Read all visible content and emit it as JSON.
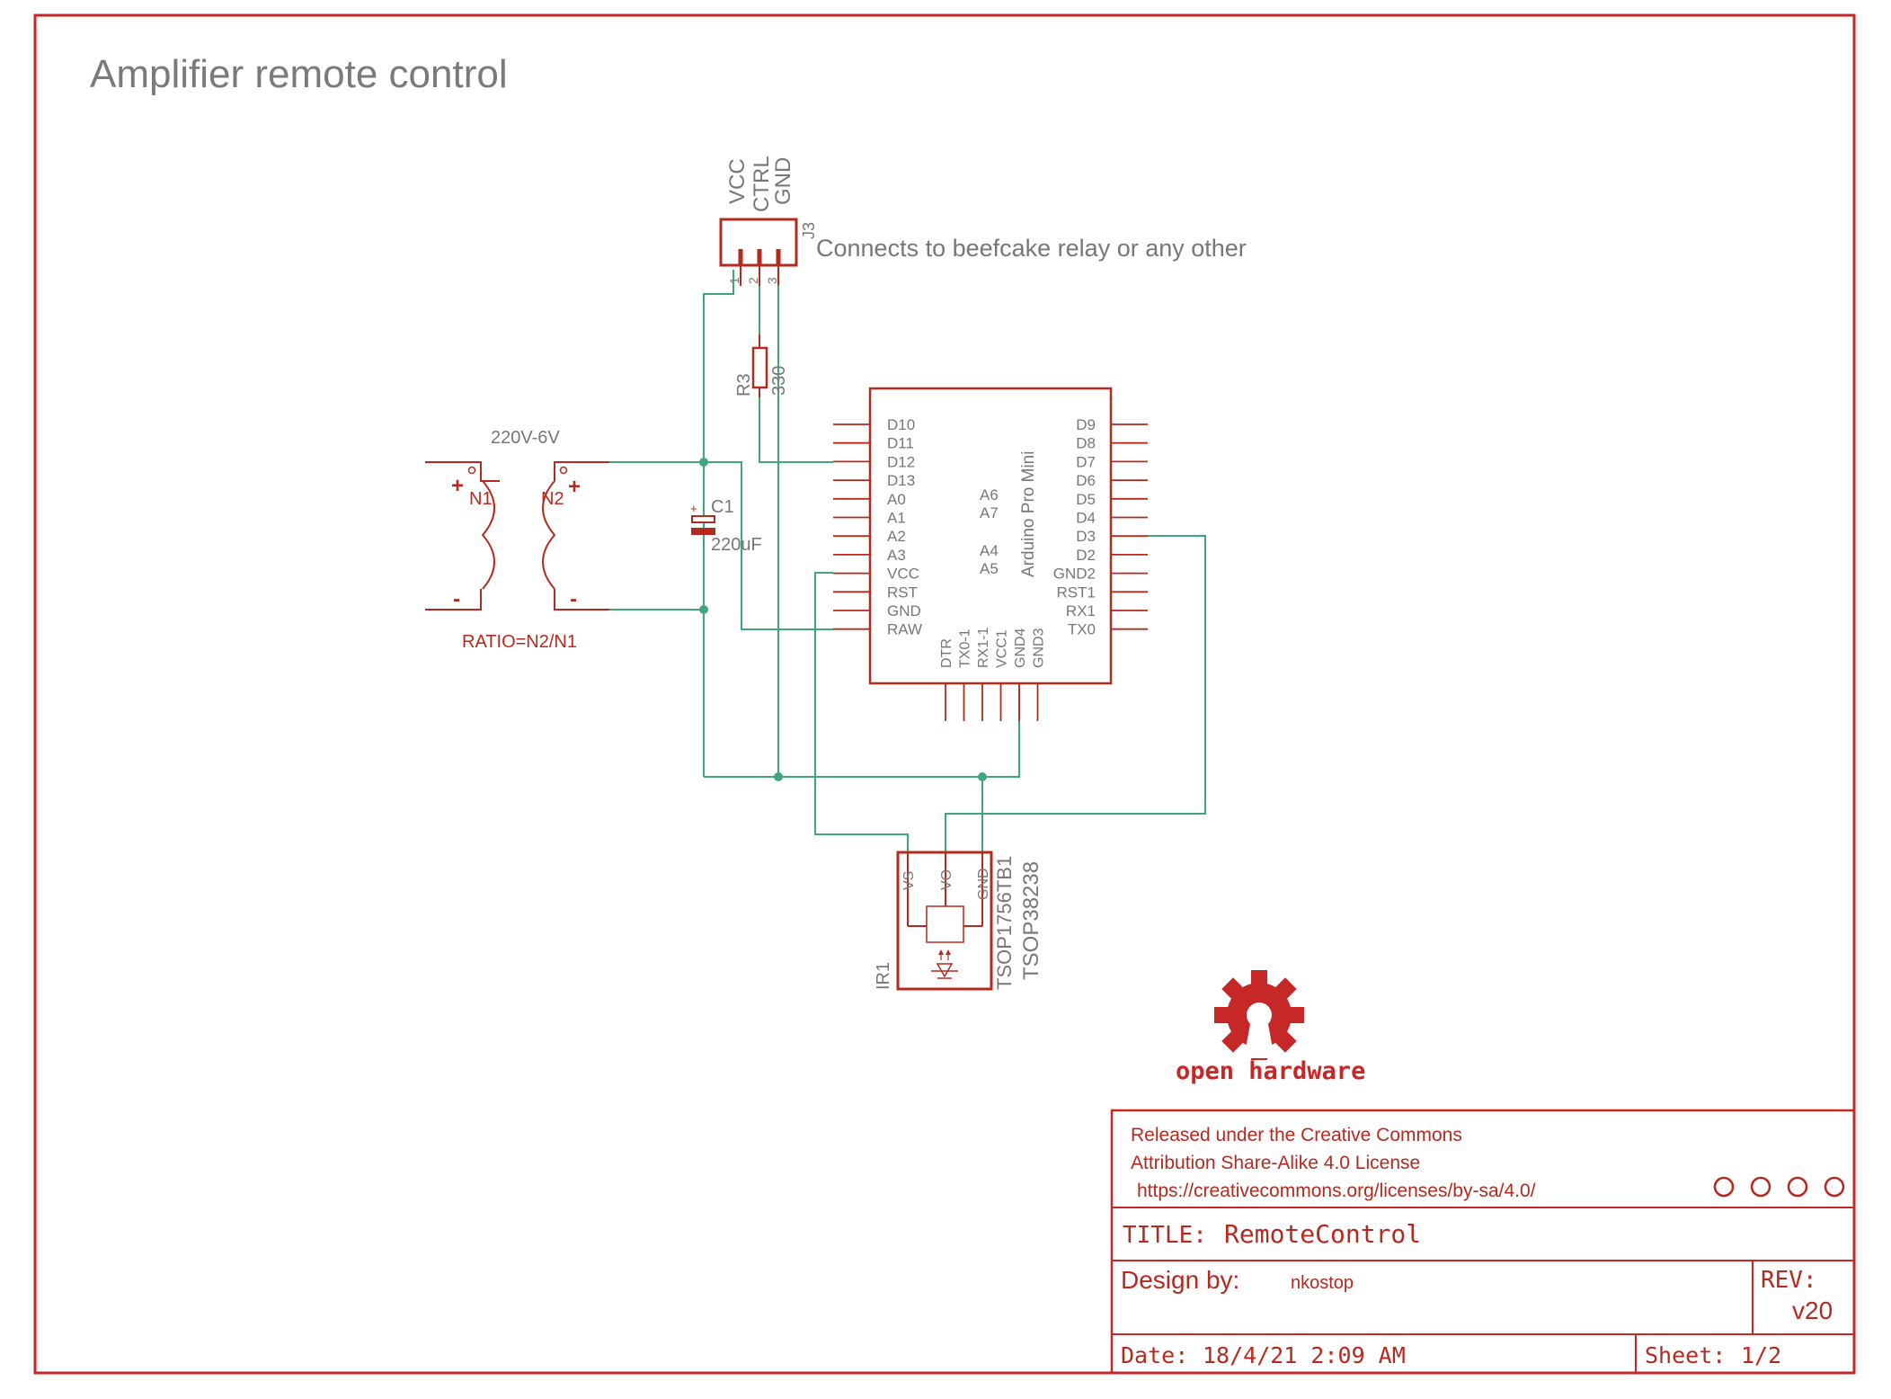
{
  "title": "Amplifier remote control",
  "connector": {
    "ref": "J3",
    "pins": [
      "VCC",
      "CTRL",
      "GND"
    ],
    "pin_numbers": [
      "1",
      "2",
      "3"
    ],
    "note": "Connects to beefcake relay or any other"
  },
  "resistor": {
    "ref": "R3",
    "value": "330"
  },
  "capacitor": {
    "ref": "C1",
    "value": "220uF",
    "polarity": "+"
  },
  "transformer": {
    "name": "220V-6V",
    "primary": "N1",
    "secondary": "N2",
    "ratio": "RATIO=N2/N1",
    "plus": "+",
    "minus": "-"
  },
  "arduino": {
    "name": "Arduino Pro Mini",
    "left_pins": [
      "D10",
      "D11",
      "D12",
      "D13",
      "A0",
      "A1",
      "A2",
      "A3",
      "VCC",
      "RST",
      "GND",
      "RAW"
    ],
    "inner_pins": [
      "A6",
      "A7",
      "A4",
      "A5"
    ],
    "right_pins": [
      "D9",
      "D8",
      "D7",
      "D6",
      "D5",
      "D4",
      "D3",
      "D2",
      "GND2",
      "RST1",
      "RX1",
      "TX0"
    ],
    "bottom_pins": [
      "DTR",
      "TX0-1",
      "RX1-1",
      "VCC1",
      "GND4",
      "GND3"
    ]
  },
  "ir_receiver": {
    "ref": "IR1",
    "part": "TSOP1756TB1",
    "value": "TSOP38238",
    "pins": [
      "VS",
      "VO",
      "GND"
    ]
  },
  "logo": {
    "text": "open hardware"
  },
  "title_block": {
    "license_lines": [
      "Released under the Creative Commons",
      "Attribution Share-Alike 4.0 License",
      "https://creativecommons.org/licenses/by-sa/4.0/"
    ],
    "title_label": "TITLE:",
    "title_value": "RemoteControl",
    "design_label": "Design by:",
    "design_value": "nkostop",
    "rev_label": "REV:",
    "rev_value": "v20",
    "date_label": "Date:",
    "date_value": "18/4/21 2:09 AM",
    "sheet_label": "Sheet:",
    "sheet_value": "1/2"
  },
  "colors": {
    "frame": "#c62828",
    "symbol": "#b52a1f",
    "wire": "#3fa77a",
    "text_gray": "#777777"
  }
}
